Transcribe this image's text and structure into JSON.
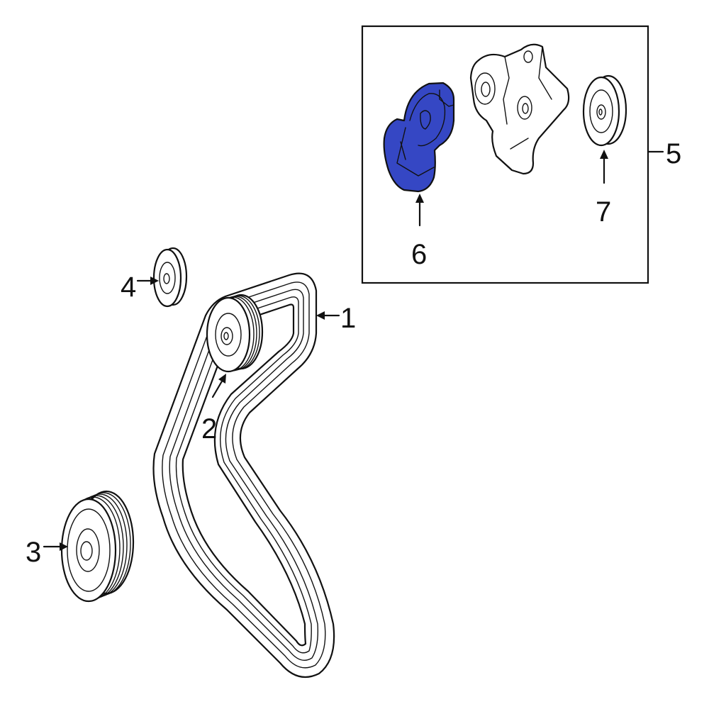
{
  "diagram": {
    "highlight_color": "#3547c4",
    "callouts": {
      "c1": "1",
      "c2": "2",
      "c3": "3",
      "c4": "4",
      "c5": "5",
      "c6": "6",
      "c7": "7"
    }
  }
}
